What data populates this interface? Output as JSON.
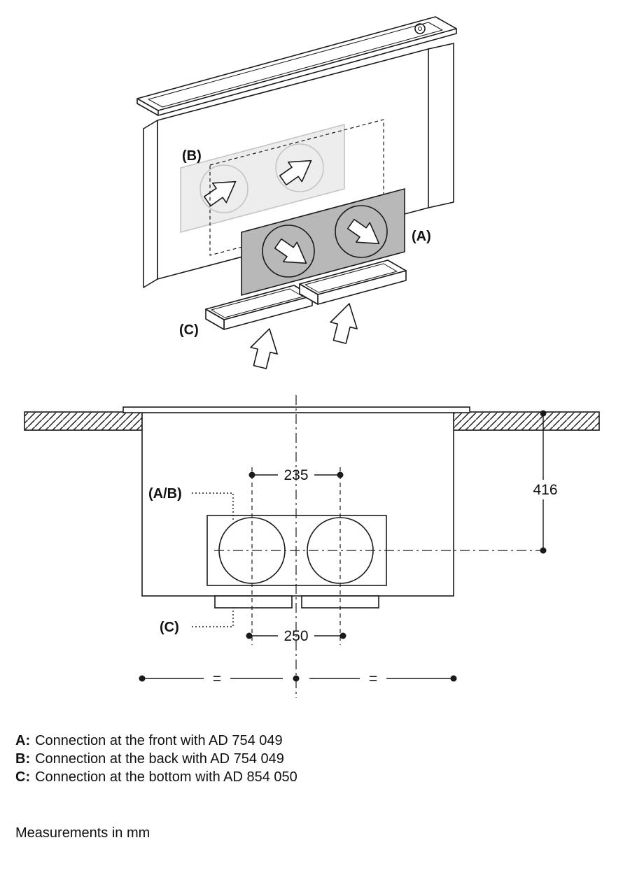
{
  "colors": {
    "line": "#1a1a1a",
    "panel_a_fill": "#b8b8b8",
    "panel_b_fill": "#ededed",
    "panel_b_line": "#c4c4c4"
  },
  "iso_view": {
    "label_a": "(A)",
    "label_b": "(B)",
    "label_c": "(C)"
  },
  "dimension_view": {
    "label_ab": "(A/B)",
    "label_c": "(C)",
    "dim_top_width": "235",
    "dim_right_height": "416",
    "dim_bottom_width": "250",
    "equal_left": "=",
    "equal_right": "="
  },
  "legend": {
    "items": [
      {
        "key": "A:",
        "text": "Connection at the front with AD 754 049"
      },
      {
        "key": "B:",
        "text": "Connection at the back with AD 754 049"
      },
      {
        "key": "C:",
        "text": "Connection at the bottom with AD 854 050"
      }
    ]
  },
  "footer": {
    "note": "Measurements in mm"
  }
}
